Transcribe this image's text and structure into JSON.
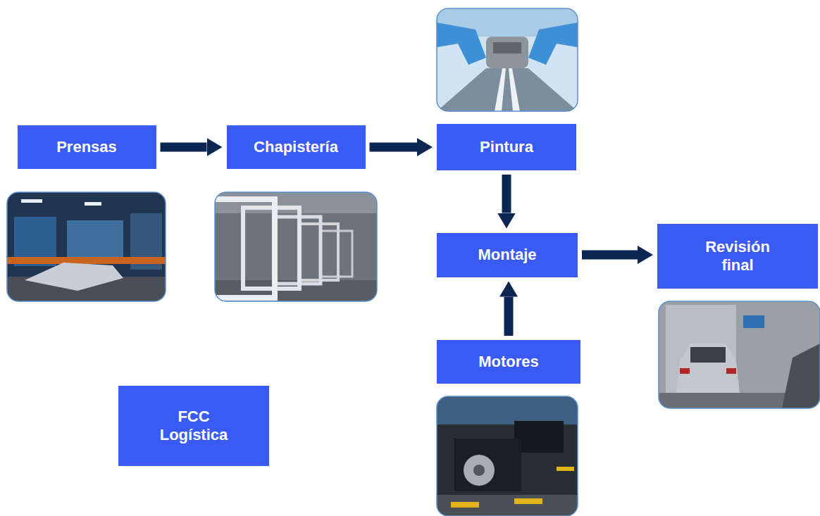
{
  "diagram": {
    "nodes": [
      {
        "text": [
          "Prensas"
        ]
      },
      {
        "text": [
          "Chapistería"
        ]
      },
      {
        "text": [
          "Pintura"
        ]
      },
      {
        "text": [
          "Montaje"
        ]
      },
      {
        "text": [
          "Revisión final"
        ]
      },
      {
        "text": [
          "Motores"
        ]
      },
      {
        "text": [
          "FCC Logística"
        ]
      }
    ],
    "edges": [
      {
        "from": 0,
        "to": 1,
        "arrow": "to"
      },
      {
        "from": 1,
        "to": 2,
        "arrow": "to"
      },
      {
        "from": 2,
        "to": 3,
        "arrow": "to"
      },
      {
        "from": 5,
        "to": 3,
        "arrow": "to"
      },
      {
        "from": 3,
        "to": 4,
        "arrow": "to"
      }
    ]
  }
}
